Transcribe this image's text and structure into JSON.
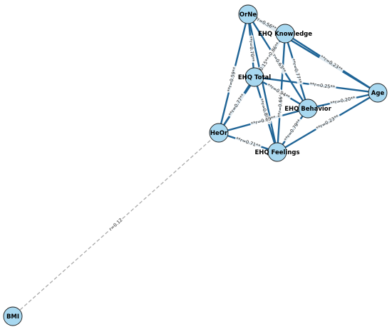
{
  "colors": {
    "node_fill": "#a8d8f0",
    "node_stroke": "#1a1a1a",
    "edge_significant": "#1f6496",
    "edge_nonsignificant": "#aaaaaa"
  },
  "nodes": [
    {
      "id": "orne",
      "label": "OrNe"
    },
    {
      "id": "ehq_knowledge",
      "label": "EHQ Knowledge"
    },
    {
      "id": "ehq_total",
      "label": "EHQ Total"
    },
    {
      "id": "age",
      "label": "Age"
    },
    {
      "id": "ehq_behavior",
      "label": "EHQ Behavior"
    },
    {
      "id": "heor",
      "label": "HeOr"
    },
    {
      "id": "ehq_feelings",
      "label": "EHQ Feelings"
    },
    {
      "id": "bmi",
      "label": "BMI"
    }
  ],
  "edges": [
    {
      "id": "orne-ehq_knowledge",
      "source": "orne",
      "target": "ehq_knowledge",
      "label": "**r=0.56**",
      "significant": true
    },
    {
      "id": "orne-heor",
      "source": "orne",
      "target": "heor",
      "label": "**r=0.59**",
      "significant": true
    },
    {
      "id": "orne-ehq_total",
      "source": "orne",
      "target": "ehq_total",
      "label": "**r=0.70**",
      "significant": true
    },
    {
      "id": "orne-ehq_behavior",
      "source": "orne",
      "target": "ehq_behavior",
      "label": "**r=0.63**",
      "significant": true
    },
    {
      "id": "orne-age",
      "source": "orne",
      "target": "age",
      "label": "",
      "significant": true
    },
    {
      "id": "orne-ehq_feelings",
      "source": "orne",
      "target": "ehq_feelings",
      "label": "",
      "significant": true
    },
    {
      "id": "ehq_knowledge-ehq_total",
      "source": "ehq_knowledge",
      "target": "ehq_total",
      "label": "**r=0.86**",
      "significant": true
    },
    {
      "id": "ehq_knowledge-age",
      "source": "ehq_knowledge",
      "target": "age",
      "label": "**r=0.23**",
      "significant": true
    },
    {
      "id": "ehq_knowledge-heor",
      "source": "ehq_knowledge",
      "target": "heor",
      "label": "**r=0.15**",
      "significant": true
    },
    {
      "id": "ehq_knowledge-ehq_behavior",
      "source": "ehq_knowledge",
      "target": "ehq_behavior",
      "label": "**r=0.77**",
      "significant": true
    },
    {
      "id": "ehq_knowledge-ehq_feelings",
      "source": "ehq_knowledge",
      "target": "ehq_feelings",
      "label": "**r=0.66**",
      "significant": true
    },
    {
      "id": "ehq_total-age",
      "source": "ehq_total",
      "target": "age",
      "label": "**r=0.25**",
      "significant": true
    },
    {
      "id": "ehq_total-ehq_behavior",
      "source": "ehq_total",
      "target": "ehq_behavior",
      "label": "**r=0.94**",
      "significant": true
    },
    {
      "id": "ehq_total-heor",
      "source": "ehq_total",
      "target": "heor",
      "label": "**r=0.77**",
      "significant": true
    },
    {
      "id": "ehq_total-ehq_feelings",
      "source": "ehq_total",
      "target": "ehq_feelings",
      "label": "**r=0.89**",
      "significant": true
    },
    {
      "id": "age-ehq_behavior",
      "source": "age",
      "target": "ehq_behavior",
      "label": "**r=0.20**",
      "significant": true
    },
    {
      "id": "age-ehq_feelings",
      "source": "age",
      "target": "ehq_feelings",
      "label": "**r=0.23**",
      "significant": true
    },
    {
      "id": "heor-ehq_behavior",
      "source": "heor",
      "target": "ehq_behavior",
      "label": "**r=0.69**",
      "significant": true
    },
    {
      "id": "heor-ehq_feelings",
      "source": "heor",
      "target": "ehq_feelings",
      "label": "**r=0.71**",
      "significant": true
    },
    {
      "id": "ehq_behavior-ehq_feelings",
      "source": "ehq_behavior",
      "target": "ehq_feelings",
      "label": "**r=0.79**",
      "significant": true
    },
    {
      "id": "heor-bmi",
      "source": "heor",
      "target": "bmi",
      "label": "r=0.12",
      "significant": false
    }
  ]
}
